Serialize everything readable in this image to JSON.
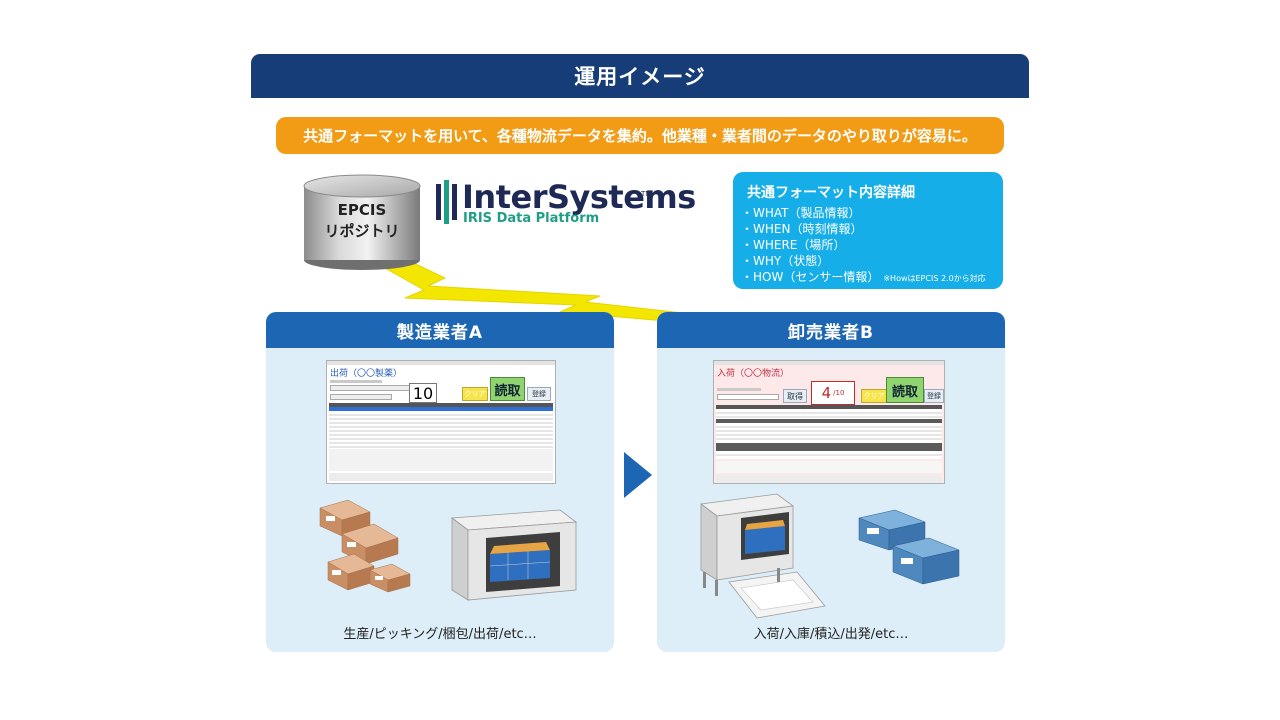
{
  "header": {
    "title": "運用イメージ"
  },
  "summary": {
    "text": "共通フォーマットを用いて、各種物流データを集約。他業種・業者間のデータのやり取りが容易に。"
  },
  "repository": {
    "line1": "EPCIS",
    "line2": "リポジトリ"
  },
  "logo": {
    "name": "InterSystems",
    "tm": "TM",
    "sub": "IRIS Data Platform"
  },
  "format_details": {
    "heading": "共通フォーマット内容詳細",
    "items": [
      {
        "label": "・WHAT（製品情報）",
        "note": ""
      },
      {
        "label": "・WHEN（時刻情報）",
        "note": ""
      },
      {
        "label": "・WHERE（場所）",
        "note": ""
      },
      {
        "label": "・WHY（状態）",
        "note": ""
      },
      {
        "label": "・HOW（センサー情報）",
        "note": "※HowはEPCIS 2.0から対応"
      }
    ]
  },
  "manufacturer": {
    "title": "製造業者A",
    "footer": "生産/ピッキング/梱包/出荷/etc…",
    "screen": {
      "title": "出荷（〇〇製薬）",
      "count": "10",
      "clear": "クリア",
      "read": "読取",
      "register": "登録"
    }
  },
  "wholesaler": {
    "title": "卸売業者B",
    "footer": "入荷/入庫/積込/出発/etc…",
    "screen": {
      "title": "入荷（〇〇物流）",
      "count": "4",
      "count_total": "/10",
      "cancel": "取得",
      "clear": "クリア",
      "read": "読取",
      "register": "登録"
    }
  },
  "colors": {
    "title_bar": "#163d78",
    "summary": "#f29b14",
    "detail_box": "#15aee8",
    "panel_head": "#1d66b3",
    "panel_bg": "#ddeef9",
    "lightning": "#f3e600"
  }
}
